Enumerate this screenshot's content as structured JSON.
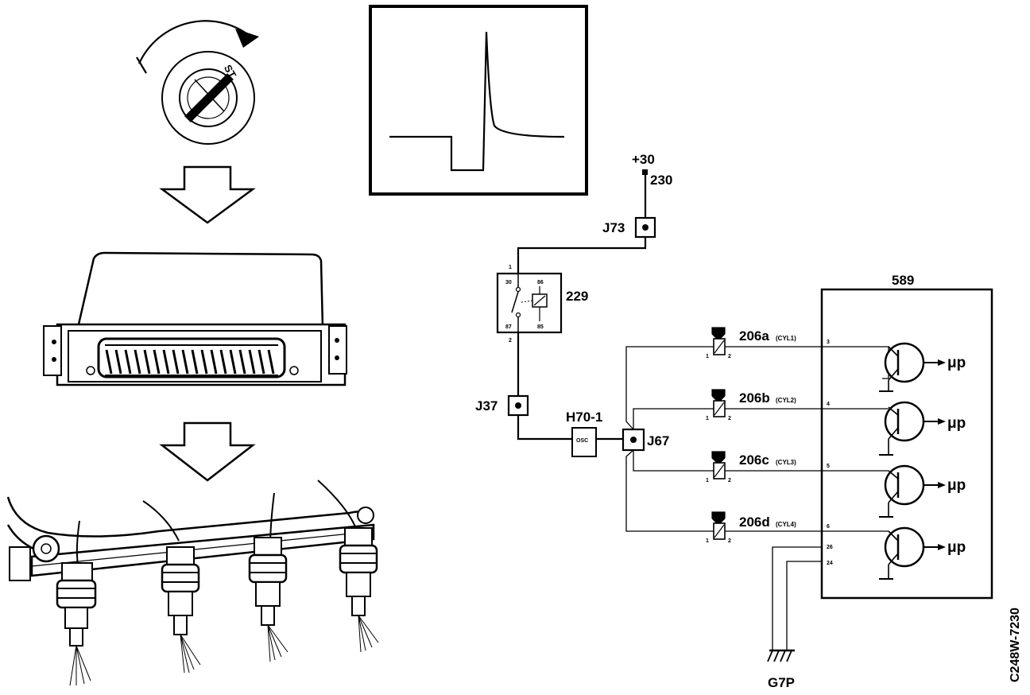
{
  "labels": {
    "supply": "+30",
    "supply_wire": "230",
    "junction_top": "J73",
    "relay": "229",
    "relay_pins": {
      "p30": "30",
      "p86": "86",
      "p87": "87",
      "p85": "85",
      "p1": "1",
      "p2": "2"
    },
    "junction_left": "J37",
    "connector": "H70-1",
    "connector_inner": "OSC",
    "junction_main": "J67",
    "ecu": "589",
    "ground": "G7P",
    "doc_code": "C248W-7230",
    "ecu_pins": [
      "3",
      "4",
      "5",
      "6",
      "26",
      "24"
    ],
    "injector_pin_left": "1",
    "injector_pin_right": "2",
    "mu_p": "μp"
  },
  "injectors": [
    {
      "id": "206a",
      "cyl": "(CYL1)"
    },
    {
      "id": "206b",
      "cyl": "(CYL2)"
    },
    {
      "id": "206c",
      "cyl": "(CYL3)"
    },
    {
      "id": "206d",
      "cyl": "(CYL4)"
    }
  ],
  "ignition_switch": {
    "position_label": "ST"
  }
}
